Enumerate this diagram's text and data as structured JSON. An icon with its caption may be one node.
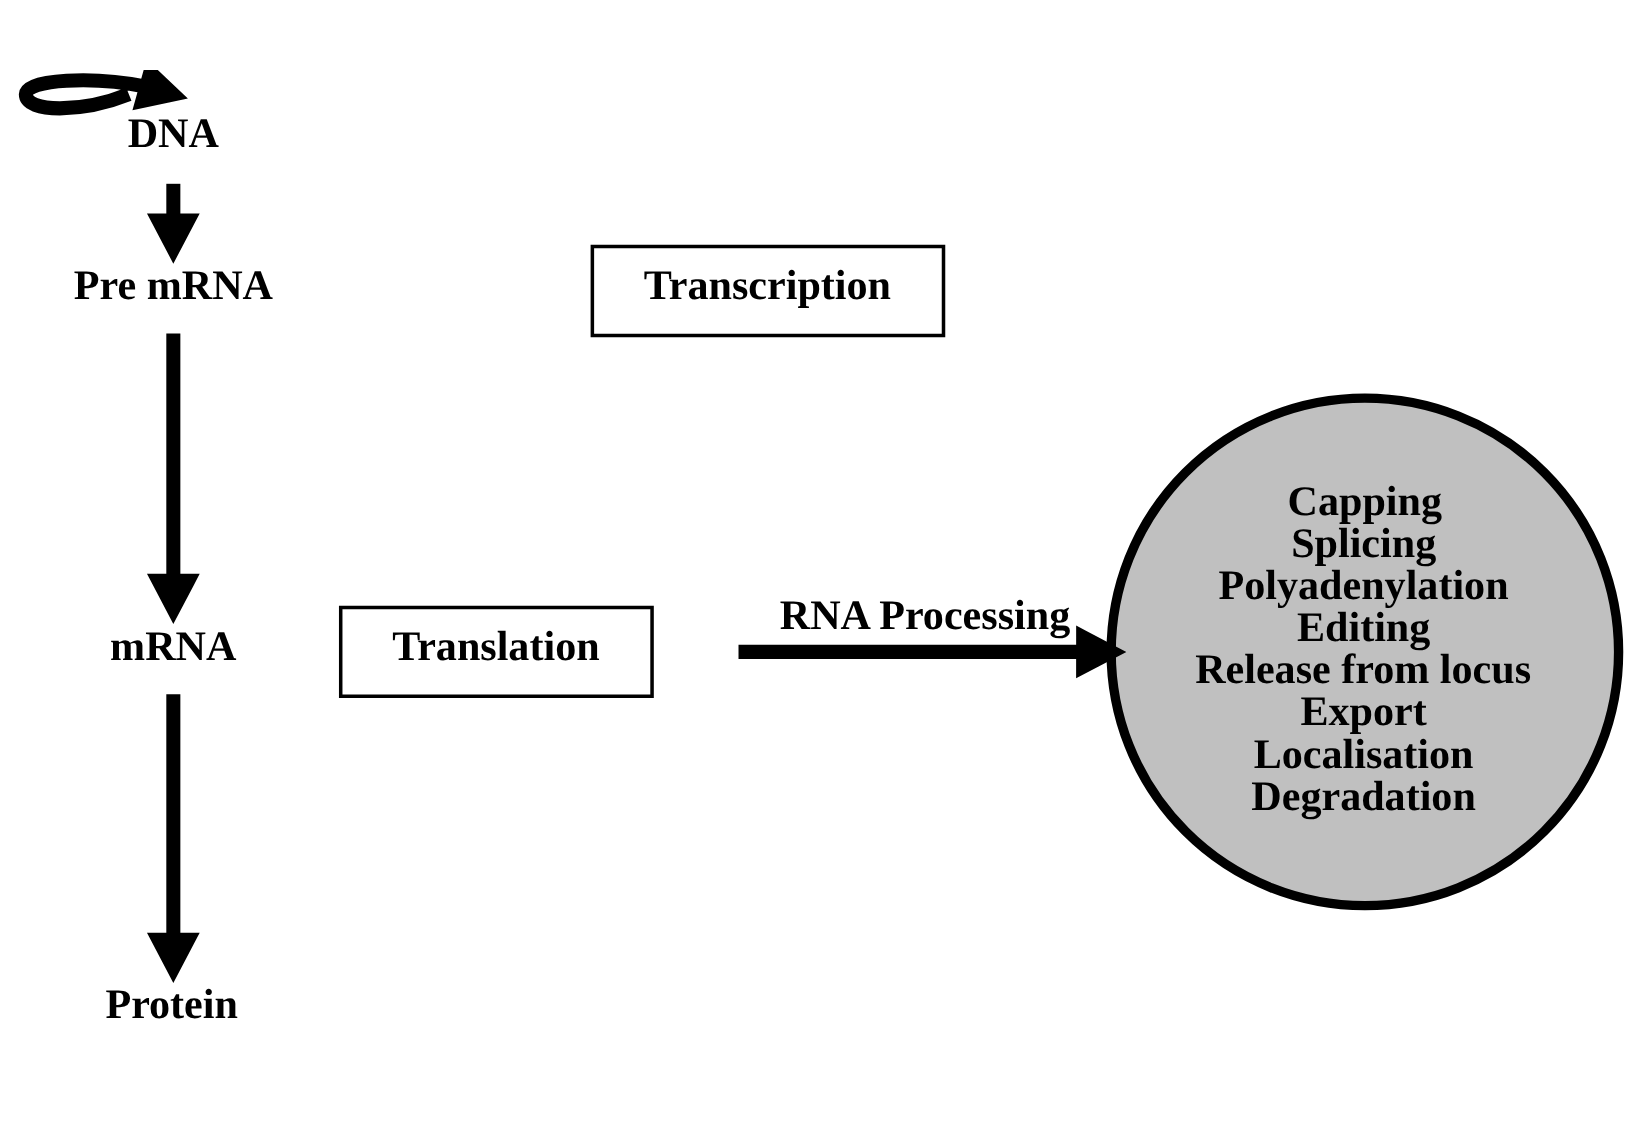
{
  "diagram": {
    "nodes": [
      {
        "text": [
          "DNA"
        ]
      },
      {
        "text": [
          "Pre mRNA"
        ]
      },
      {
        "text": [
          "mRNA"
        ]
      },
      {
        "text": [
          "Protein"
        ]
      },
      {
        "text": [
          "Transcription"
        ]
      },
      {
        "text": [
          "Translation"
        ]
      },
      {
        "text": [
          "Capping",
          "Splicing",
          "Polyadenylation",
          "Editing",
          "Release from locus",
          "Export",
          "Localisation",
          "Degradation"
        ]
      }
    ],
    "edges": [
      {
        "from": 0,
        "to": 0,
        "arrow": "to"
      },
      {
        "from": 0,
        "to": 1,
        "arrow": "to"
      },
      {
        "from": 1,
        "to": 2,
        "arrow": "to"
      },
      {
        "from": 2,
        "to": 3,
        "arrow": "to"
      },
      {
        "from": null,
        "to": 6,
        "arrow": "to",
        "label": "RNA Processing"
      }
    ]
  }
}
